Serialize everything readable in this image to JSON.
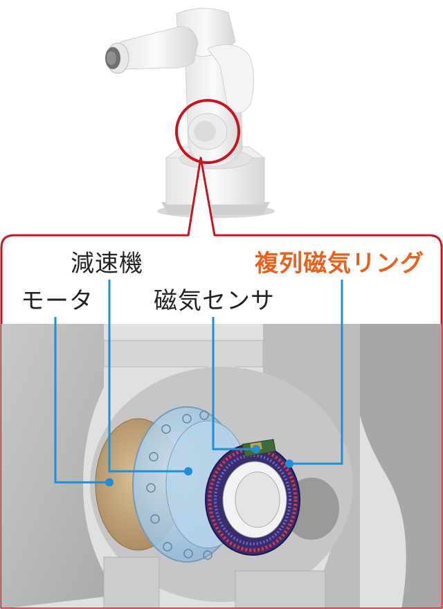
{
  "labels": {
    "motor": "モータ",
    "reducer": "減速機",
    "magnetic_sensor": "磁気センサ",
    "double_row_magnetic_ring": "複列磁気リング"
  },
  "colors": {
    "highlight_circle": "#c8141e",
    "callout_frame": "#c8141e",
    "leader_line": "#1e8fd6",
    "accent_label": "#e8601c",
    "label_text": "#222222"
  }
}
